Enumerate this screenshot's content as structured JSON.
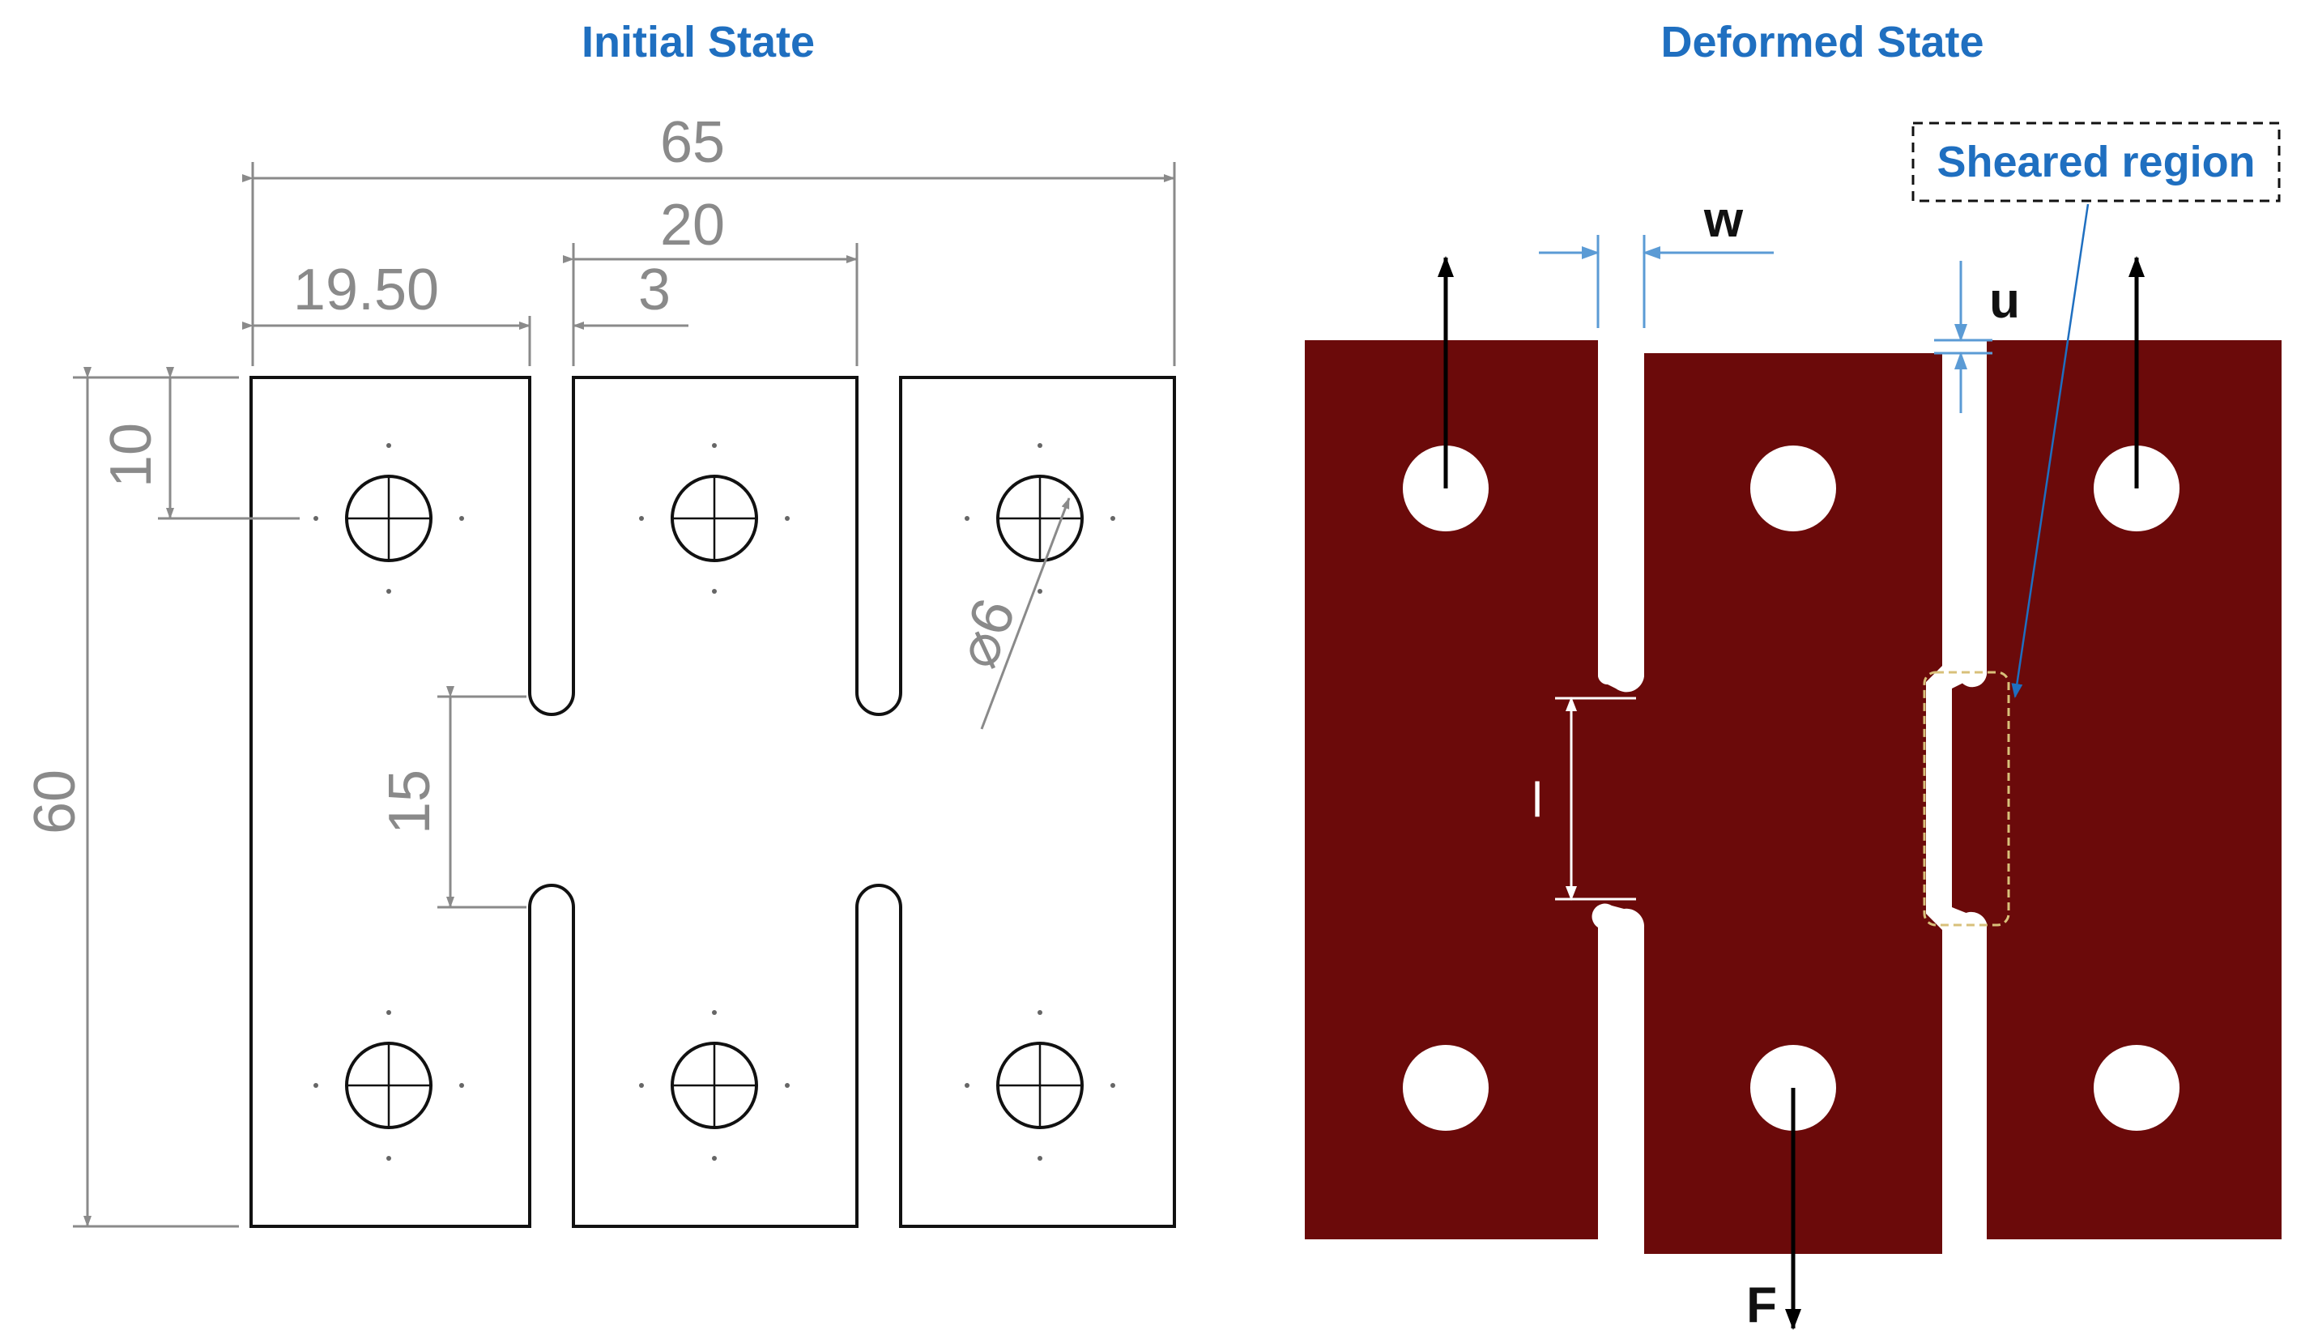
{
  "titles": {
    "initial": "Initial State",
    "deformed": "Deformed State"
  },
  "dimensions": {
    "total_width": "65",
    "inner_width": "20",
    "left_width": "19.50",
    "slot_width": "3",
    "hole_offset": "10",
    "height": "60",
    "ligament": "15",
    "hole_diameter": "⌀6"
  },
  "symbols": {
    "w": "w",
    "u": "u",
    "l": "l",
    "F": "F"
  },
  "annotations": {
    "sheared_region": "Sheared region"
  },
  "colors": {
    "title": "#1f6fc0",
    "specimen_fill": "#6b0a0a",
    "dimension_gray": "#8a8a8a",
    "outline": "#111111"
  }
}
